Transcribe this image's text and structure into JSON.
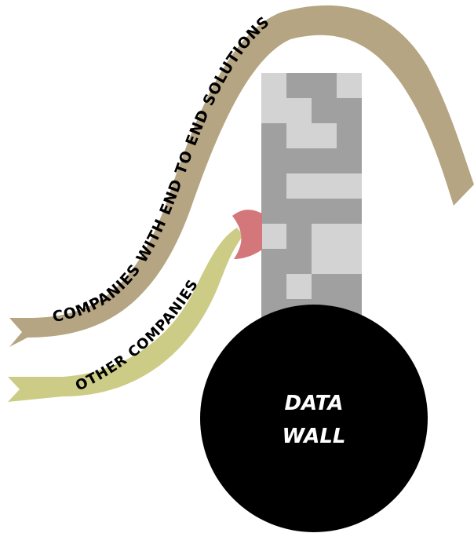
{
  "diagram": {
    "ribbon_top_label": "COMPANIES WITH END TO END SOLUTIONS",
    "ribbon_bottom_label": "OTHER COMPANIES",
    "wall_label_line1": "DATA",
    "wall_label_line2": "WALL"
  },
  "colors": {
    "ribbon_top": "#b5a582",
    "ribbon_bottom": "#cccc87",
    "arrow_tip": "#d4777a",
    "wall_light": "#d3d3d3",
    "wall_dark": "#a0a0a0",
    "circle": "#000000"
  }
}
